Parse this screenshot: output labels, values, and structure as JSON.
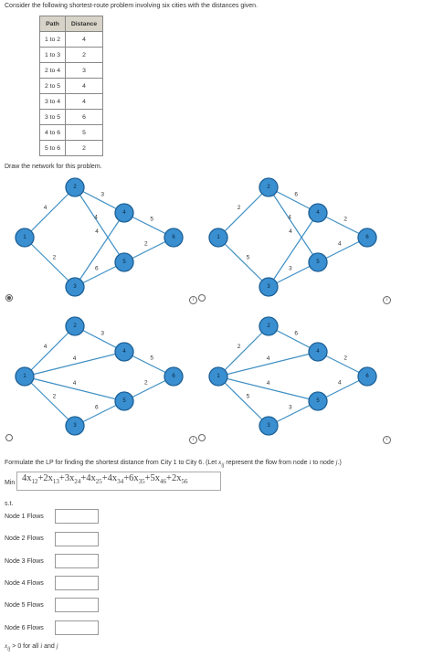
{
  "intro": "Consider the following shortest-route problem involving six cities with the distances given.",
  "table": {
    "headers": [
      "Path",
      "Distance"
    ],
    "rows": [
      [
        "1 to 2",
        "4"
      ],
      [
        "1 to 3",
        "2"
      ],
      [
        "2 to 4",
        "3"
      ],
      [
        "2 to 5",
        "4"
      ],
      [
        "3 to 4",
        "4"
      ],
      [
        "3 to 5",
        "6"
      ],
      [
        "4 to 6",
        "5"
      ],
      [
        "5 to 6",
        "2"
      ]
    ]
  },
  "draw_prompt": "Draw the network for this problem.",
  "networks": [
    {
      "selected": true,
      "edges": [
        {
          "from": "1",
          "to": "2",
          "w": "4"
        },
        {
          "from": "1",
          "to": "3",
          "w": "2"
        },
        {
          "from": "2",
          "to": "4",
          "w": "3"
        },
        {
          "from": "2",
          "to": "5",
          "w": "4"
        },
        {
          "from": "3",
          "to": "4",
          "w": "4"
        },
        {
          "from": "3",
          "to": "5",
          "w": "6"
        },
        {
          "from": "4",
          "to": "6",
          "w": "5"
        },
        {
          "from": "5",
          "to": "6",
          "w": "2"
        }
      ]
    },
    {
      "selected": false,
      "edges": [
        {
          "from": "1",
          "to": "2",
          "w": "2"
        },
        {
          "from": "1",
          "to": "3",
          "w": "5"
        },
        {
          "from": "2",
          "to": "4",
          "w": "6"
        },
        {
          "from": "2",
          "to": "5",
          "w": "4"
        },
        {
          "from": "3",
          "to": "4",
          "w": "4"
        },
        {
          "from": "3",
          "to": "5",
          "w": "3"
        },
        {
          "from": "4",
          "to": "6",
          "w": "2"
        },
        {
          "from": "5",
          "to": "6",
          "w": "4"
        }
      ]
    },
    {
      "selected": false,
      "edges": [
        {
          "from": "1",
          "to": "2",
          "w": "4"
        },
        {
          "from": "1",
          "to": "3",
          "w": "2"
        },
        {
          "from": "1",
          "to": "4",
          "w": "4"
        },
        {
          "from": "1",
          "to": "5",
          "w": "4"
        },
        {
          "from": "2",
          "to": "4",
          "w": "3"
        },
        {
          "from": "3",
          "to": "5",
          "w": "6"
        },
        {
          "from": "4",
          "to": "6",
          "w": "5"
        },
        {
          "from": "5",
          "to": "6",
          "w": "2"
        }
      ]
    },
    {
      "selected": false,
      "edges": [
        {
          "from": "1",
          "to": "2",
          "w": "2"
        },
        {
          "from": "1",
          "to": "3",
          "w": "5"
        },
        {
          "from": "1",
          "to": "4",
          "w": "4"
        },
        {
          "from": "1",
          "to": "5",
          "w": "4"
        },
        {
          "from": "2",
          "to": "4",
          "w": "6"
        },
        {
          "from": "3",
          "to": "5",
          "w": "3"
        },
        {
          "from": "4",
          "to": "6",
          "w": "2"
        },
        {
          "from": "5",
          "to": "6",
          "w": "4"
        }
      ]
    }
  ],
  "lp": {
    "formulate_prefix": "Formulate the LP for finding the shortest distance from City 1 to City 6. (Let ",
    "formulate_var": "x",
    "formulate_sub": "ij",
    "formulate_mid": " represent the flow from node ",
    "formulate_i": "i",
    "formulate_to": " to node ",
    "formulate_j": "j",
    "formulate_end": ".)",
    "min_label": "Min",
    "objective_terms": [
      {
        "coef": "4x",
        "sub": "12"
      },
      {
        "coef": "+2x",
        "sub": "13"
      },
      {
        "coef": "+3x",
        "sub": "24"
      },
      {
        "coef": "+4x",
        "sub": "25"
      },
      {
        "coef": "+4x",
        "sub": "34"
      },
      {
        "coef": "+6x",
        "sub": "35"
      },
      {
        "coef": "+5x",
        "sub": "46"
      },
      {
        "coef": "+2x",
        "sub": "56"
      }
    ],
    "st_label": "s.t.",
    "flow_labels": [
      "Node 1 Flows",
      "Node 2 Flows",
      "Node 3 Flows",
      "Node 4 Flows",
      "Node 5 Flows",
      "Node 6 Flows"
    ],
    "nonneg": {
      "var": "x",
      "sub": "ij",
      "rest": " > 0 for all ",
      "i": "i",
      "and": " and ",
      "j": "j"
    }
  },
  "icons": {
    "info": "info-icon"
  }
}
